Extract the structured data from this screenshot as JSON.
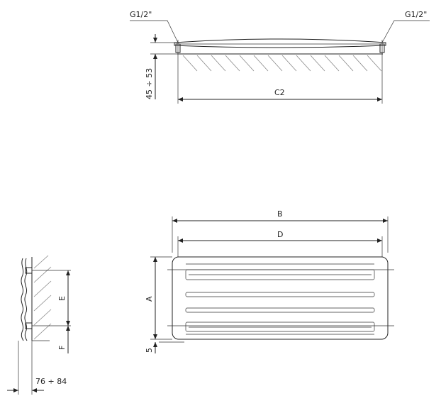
{
  "top_view": {
    "connection_left": "G1/2\"",
    "connection_right": "G1/2\"",
    "wall_distance": "45 ÷ 53",
    "pipe_spacing": "C2"
  },
  "front_view": {
    "overall_width": "B",
    "inner_width": "D",
    "height": "A",
    "bottom_offset": "5"
  },
  "side_view": {
    "connection_spacing": "E",
    "bottom_connection": "F",
    "depth": "76 ÷ 84"
  }
}
